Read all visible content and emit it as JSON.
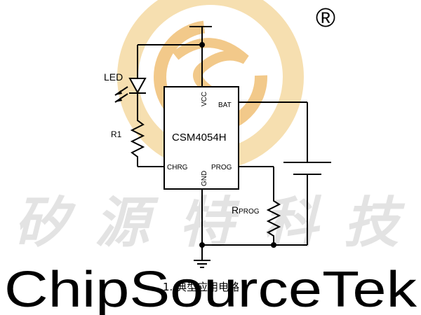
{
  "watermark": {
    "registered_mark": "®",
    "cn_chars": [
      "矽",
      "源",
      "特",
      "科",
      "技"
    ],
    "en": "ChipSourceTek",
    "logo_colors": {
      "outer": "#f6dfb0",
      "inner": "#f2c98a"
    },
    "text_color": "#e3e3e3"
  },
  "chip": {
    "name": "CSM4054H",
    "pins": {
      "vcc": "VCC",
      "bat": "BAT",
      "chrg": "CHRG",
      "prog": "PROG",
      "gnd": "GND"
    }
  },
  "components": {
    "led_label": "LED",
    "r1_label": "R1",
    "rprog_main": "R",
    "rprog_sub": "PROG"
  },
  "caption": "1. 典型应用电路"
}
